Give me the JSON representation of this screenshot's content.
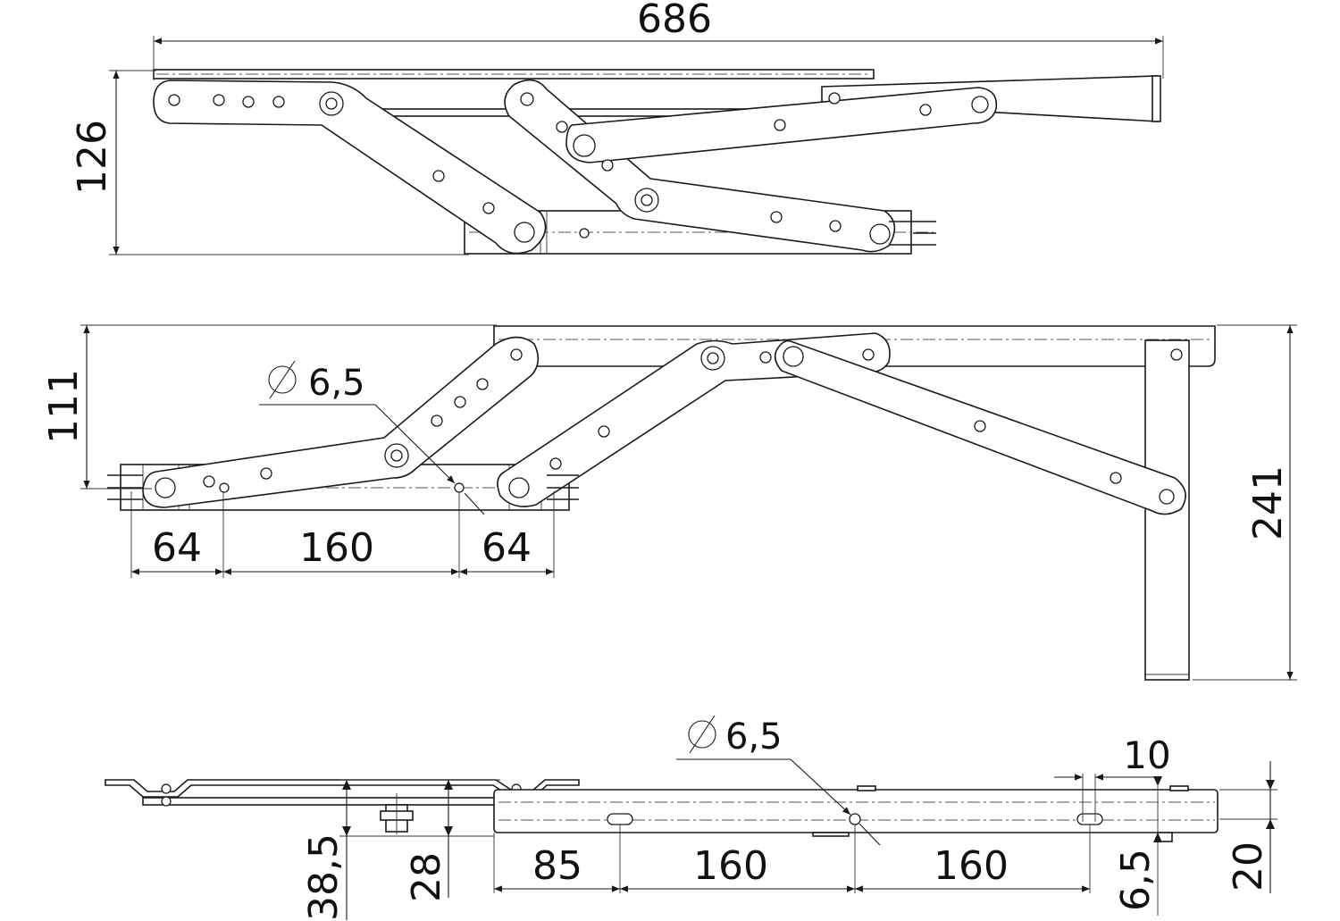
{
  "top_view": {
    "overall_length": "686",
    "height": "126"
  },
  "side_view": {
    "height_left": "111",
    "height_right": "241",
    "hole_label": "6,5",
    "spacing": [
      "64",
      "160",
      "64"
    ]
  },
  "bottom_view": {
    "hole_label": "6,5",
    "slot_width": "10",
    "spacing": [
      "85",
      "160",
      "160"
    ],
    "height_a": "38,5",
    "height_b": "28",
    "offset": "6,5",
    "thickness": "20"
  }
}
